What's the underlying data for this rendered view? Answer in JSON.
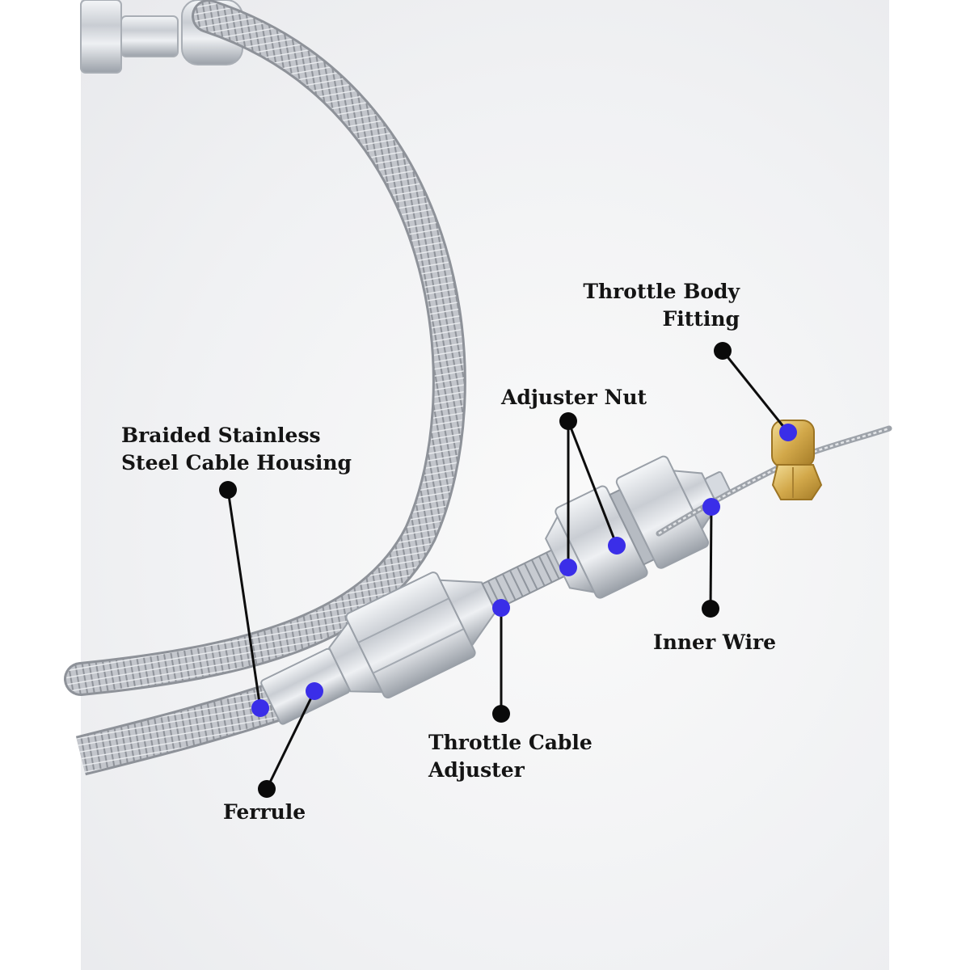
{
  "labels": {
    "braided_housing": {
      "line1": "Braided Stainless",
      "line2": "Steel Cable Housing"
    },
    "ferrule": {
      "line1": "Ferrule"
    },
    "throttle_cable_adjuster": {
      "line1": "Throttle Cable",
      "line2": "Adjuster"
    },
    "adjuster_nut": {
      "line1": "Adjuster Nut"
    },
    "inner_wire": {
      "line1": "Inner Wire"
    },
    "throttle_body_fitting": {
      "line1": "Throttle Body",
      "line2": "Fitting"
    }
  },
  "colors": {
    "background": "#ffffff",
    "photo_backdrop": "#f1f2f4",
    "label_text": "#141414",
    "leader_line": "#0d0d0d",
    "anchor_dot": "#0a0a0a",
    "target_dot": "#3a2ee8",
    "braid": "#b9bcc2",
    "aluminum": "#d4d8de",
    "brass": "#d9b45a"
  },
  "icons": {
    "anchor_marker": "black-dot-icon",
    "target_marker": "blue-dot-icon"
  }
}
